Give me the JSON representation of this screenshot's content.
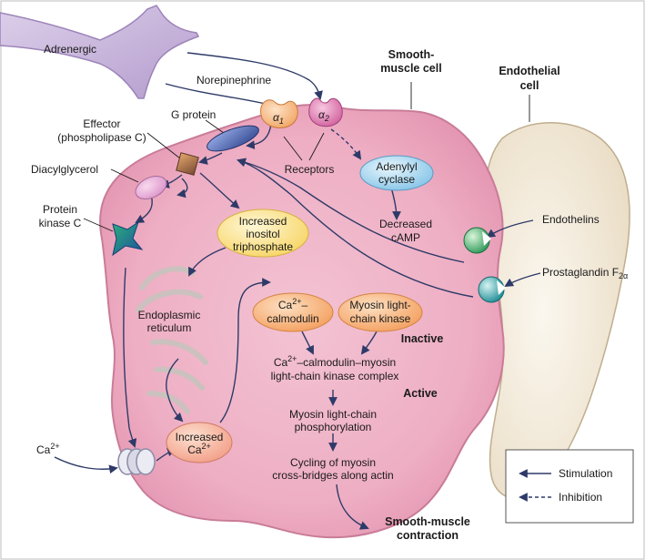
{
  "labels": {
    "adrenergic": "Adrenergic",
    "norepinephrine": "Norepinephrine",
    "smooth_muscle_cell_1": "Smooth-",
    "smooth_muscle_cell_2": "muscle cell",
    "endothelial_cell_1": "Endothelial",
    "endothelial_cell_2": "cell",
    "effector_1": "Effector",
    "effector_2": "(phospholipase C)",
    "g_protein": "G protein",
    "alpha": "α",
    "alpha1_sub": "1",
    "alpha2_sub": "2",
    "receptors": "Receptors",
    "diacylglycerol": "Diacylglycerol",
    "protein_kinase_c_1": "Protein",
    "protein_kinase_c_2": "kinase C",
    "adenylyl_cyclase_1": "Adenylyl",
    "adenylyl_cyclase_2": "cyclase",
    "decreased_camp_1": "Decreased",
    "decreased_camp_2": "cAMP",
    "endothelins": "Endothelins",
    "prostaglandin": "Prostaglandin F",
    "prostaglandin_sub": "2α",
    "increased_ip3_1": "Increased",
    "increased_ip3_2": "inositol",
    "increased_ip3_3": "triphosphate",
    "er_1": "Endoplasmic",
    "er_2": "reticulum",
    "ca_calmodulin_1a": "Ca",
    "ca_calmodulin_1b": "2+",
    "ca_calmodulin_1c": "–",
    "ca_calmodulin_2": "calmodulin",
    "mlck_1": "Myosin light-",
    "mlck_2": "chain kinase",
    "inactive": "Inactive",
    "complex_1a": "Ca",
    "complex_1b": "2+",
    "complex_1c": "–calmodulin–myosin",
    "complex_2": "light-chain kinase complex",
    "active": "Active",
    "phosphorylation_1": "Myosin light-chain",
    "phosphorylation_2": "phosphorylation",
    "cycling_1": "Cycling of myosin",
    "cycling_2": "cross-bridges along actin",
    "increased_ca_1": "Increased",
    "increased_ca_2a": "Ca",
    "increased_ca_2b": "2+",
    "ca_in_a": "Ca",
    "ca_in_b": "2+",
    "contraction_1": "Smooth-muscle",
    "contraction_2": "contraction"
  },
  "legend": {
    "stimulation": "Stimulation",
    "inhibition": "Inhibition"
  },
  "colors": {
    "cell_fill": "#eeaec3",
    "cell_stroke": "#c97c98",
    "endothelial_fill": "#f6efe2",
    "nerve_fill": "#c9b5dc",
    "orange_node": "#f6b074",
    "yellow_node": "#fbe592",
    "blue_node": "#a9d7ef",
    "arrow": "#2e3a68"
  }
}
